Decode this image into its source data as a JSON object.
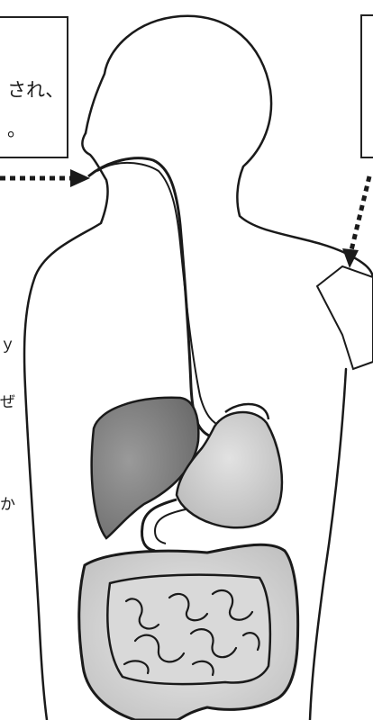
{
  "left_callout": {
    "line1": "され、",
    "line2": "。"
  },
  "right_callout": {
    "text": ""
  },
  "left_margin_text": {
    "fragment1": "ｙ",
    "fragment2": "ぜ",
    "fragment3": "か"
  },
  "colors": {
    "outline": "#1a1a1a",
    "liver": "#8a8a8a",
    "stomach": "#c9c9c9",
    "intestine_shade": "#d4d4d4"
  },
  "icons": {
    "left_arrow": "dotted-arrow-right-icon",
    "right_arrow": "dotted-arrow-down-left-icon"
  }
}
